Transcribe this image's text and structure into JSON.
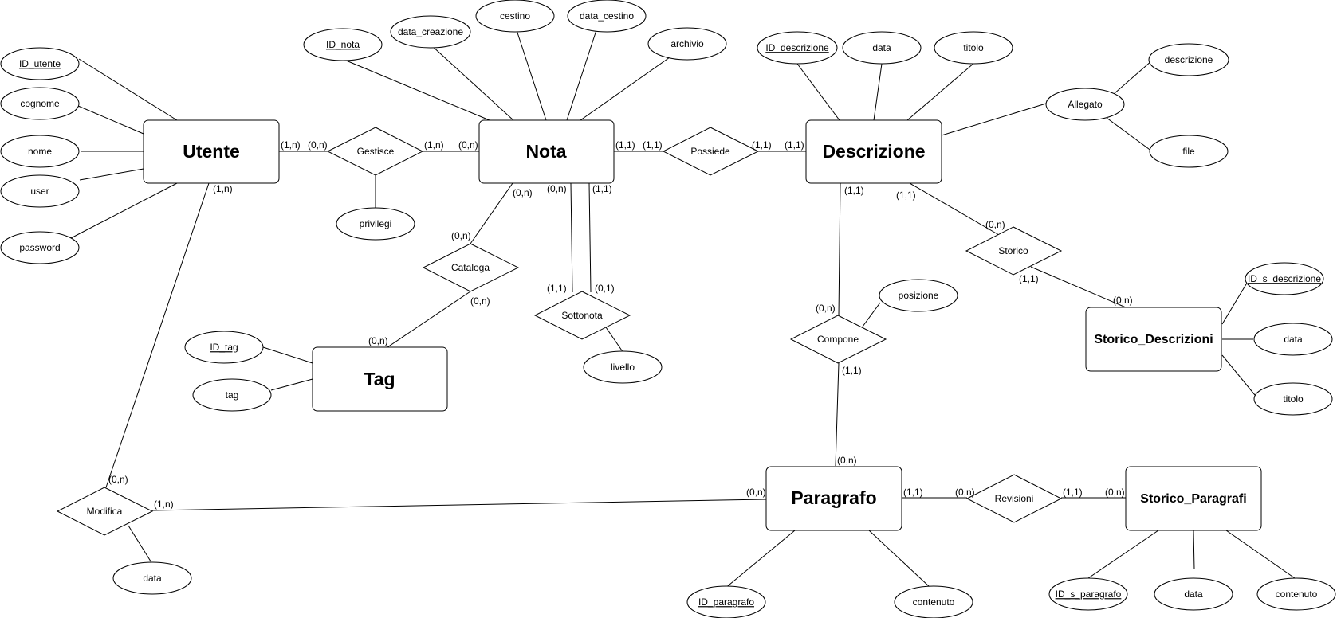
{
  "diagram": {
    "entities": {
      "utente": "Utente",
      "nota": "Nota",
      "descrizione": "Descrizione",
      "tag": "Tag",
      "paragrafo": "Paragrafo",
      "storico_descrizioni": "Storico_Descrizioni",
      "storico_paragrafi": "Storico_Paragrafi"
    },
    "relationships": {
      "gestisce": "Gestisce",
      "possiede": "Possiede",
      "cataloga": "Cataloga",
      "sottonota": "Sottonota",
      "storico": "Storico",
      "compone": "Compone",
      "revisioni": "Revisioni",
      "modifica": "Modifica",
      "allegato": "Allegato"
    },
    "attributes": {
      "utente_id": "ID_utente",
      "utente_cognome": "cognome",
      "utente_nome": "nome",
      "utente_user": "user",
      "utente_password": "password",
      "nota_id": "ID_nota",
      "nota_data_creazione": "data_creazione",
      "nota_cestino": "cestino",
      "nota_data_cestino": "data_cestino",
      "nota_archivio": "archivio",
      "descr_id": "ID_descrizione",
      "descr_data": "data",
      "descr_titolo": "titolo",
      "allegato_descrizione": "descrizione",
      "allegato_file": "file",
      "gestisce_privilegi": "privilegi",
      "sottonota_livello": "livello",
      "tag_id": "ID_tag",
      "tag_tag": "tag",
      "compone_posizione": "posizione",
      "sd_id": "ID_s_descrizione",
      "sd_data": "data",
      "sd_titolo": "titolo",
      "par_id": "ID_paragrafo",
      "par_contenuto": "contenuto",
      "sp_id": "ID_s_paragrafo",
      "sp_data": "data",
      "sp_contenuto": "contenuto",
      "modifica_data": "data"
    },
    "cardinalities": {
      "utente_gestisce": "(1,n)",
      "gestisce_utente": "(0,n)",
      "gestisce_nota": "(1,n)",
      "nota_gestisce": "(0,n)",
      "nota_possiede_1": "(1,1)",
      "nota_possiede_2": "(1,1)",
      "possiede_descr_1": "(1,1)",
      "possiede_descr_2": "(1,1)",
      "utente_modifica": "(1,n)",
      "nota_cataloga": "(0,n)",
      "cataloga_nota": "(0,n)",
      "cataloga_tag": "(0,n)",
      "tag_cataloga": "(0,n)",
      "nota_sottonota_a": "(0,n)",
      "nota_sottonota_b": "(1,1)",
      "sottonota_left": "(1,1)",
      "sottonota_right": "(0,1)",
      "descr_compone": "(1,1)",
      "descr_storico": "(1,1)",
      "storico_descr": "(0,n)",
      "storico_sd_a": "(1,1)",
      "storico_sd_b": "(0,n)",
      "compone_top": "(0,n)",
      "compone_bottom": "(1,1)",
      "paragrafo_compone": "(0,n)",
      "modifica_utente": "(0,n)",
      "modifica_paragrafo": "(1,n)",
      "paragrafo_modifica": "(0,n)",
      "paragrafo_revisioni": "(1,1)",
      "revisioni_paragrafo": "(0,n)",
      "revisioni_sp": "(1,1)",
      "sp_revisioni": "(0,n)"
    }
  }
}
